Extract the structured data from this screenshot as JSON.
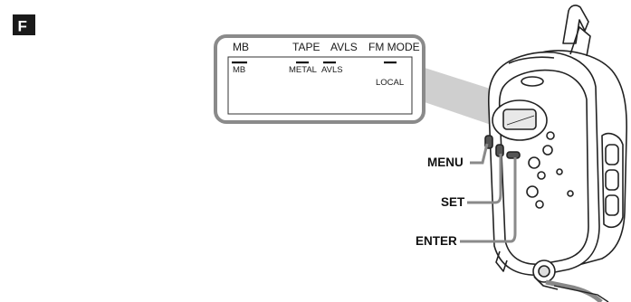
{
  "badge": {
    "letter": "F"
  },
  "lcd": {
    "top_labels": {
      "mb": "MB",
      "tape": "TAPE",
      "avls": "AVLS",
      "fm_mode": "FM MODE"
    },
    "indicators": {
      "mb": "MB",
      "metal": "METAL",
      "avls": "AVLS",
      "local": "LOCAL"
    }
  },
  "callouts": {
    "menu": "MENU",
    "set": "SET",
    "enter": "ENTER"
  },
  "colors": {
    "badge": "#1a1a1a",
    "leader_lines": "#8a8a8a",
    "display_frame": "#8a8a8a",
    "device_outline": "#222222"
  }
}
